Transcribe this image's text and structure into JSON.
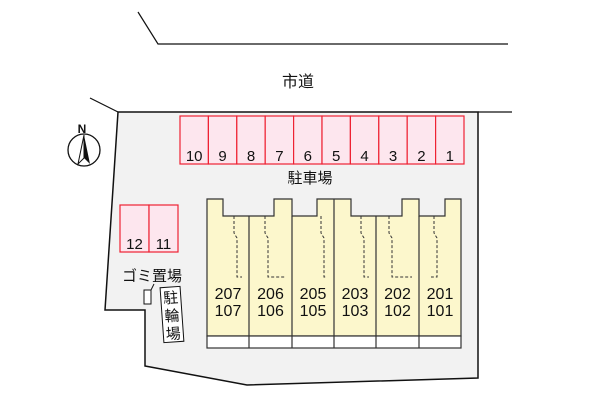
{
  "road_label": "市道",
  "parking_label": "駐車場",
  "north_label": "N",
  "garbage_label": "ゴミ置場",
  "bicycle_label": [
    "駐",
    "輪",
    "場"
  ],
  "parking_spaces_top": [
    "10",
    "9",
    "8",
    "7",
    "6",
    "5",
    "4",
    "3",
    "2",
    "1"
  ],
  "parking_spaces_left": [
    "12",
    "11"
  ],
  "units": [
    {
      "upper": "207",
      "lower": "107"
    },
    {
      "upper": "206",
      "lower": "106"
    },
    {
      "upper": "205",
      "lower": "105"
    },
    {
      "upper": "203",
      "lower": "103"
    },
    {
      "upper": "202",
      "lower": "102"
    },
    {
      "upper": "201",
      "lower": "101"
    }
  ],
  "colors": {
    "site": "#f2f2f2",
    "parking_fill": "#fde6ee",
    "parking_stroke": "#ee2233",
    "building": "#fcf7cc"
  }
}
